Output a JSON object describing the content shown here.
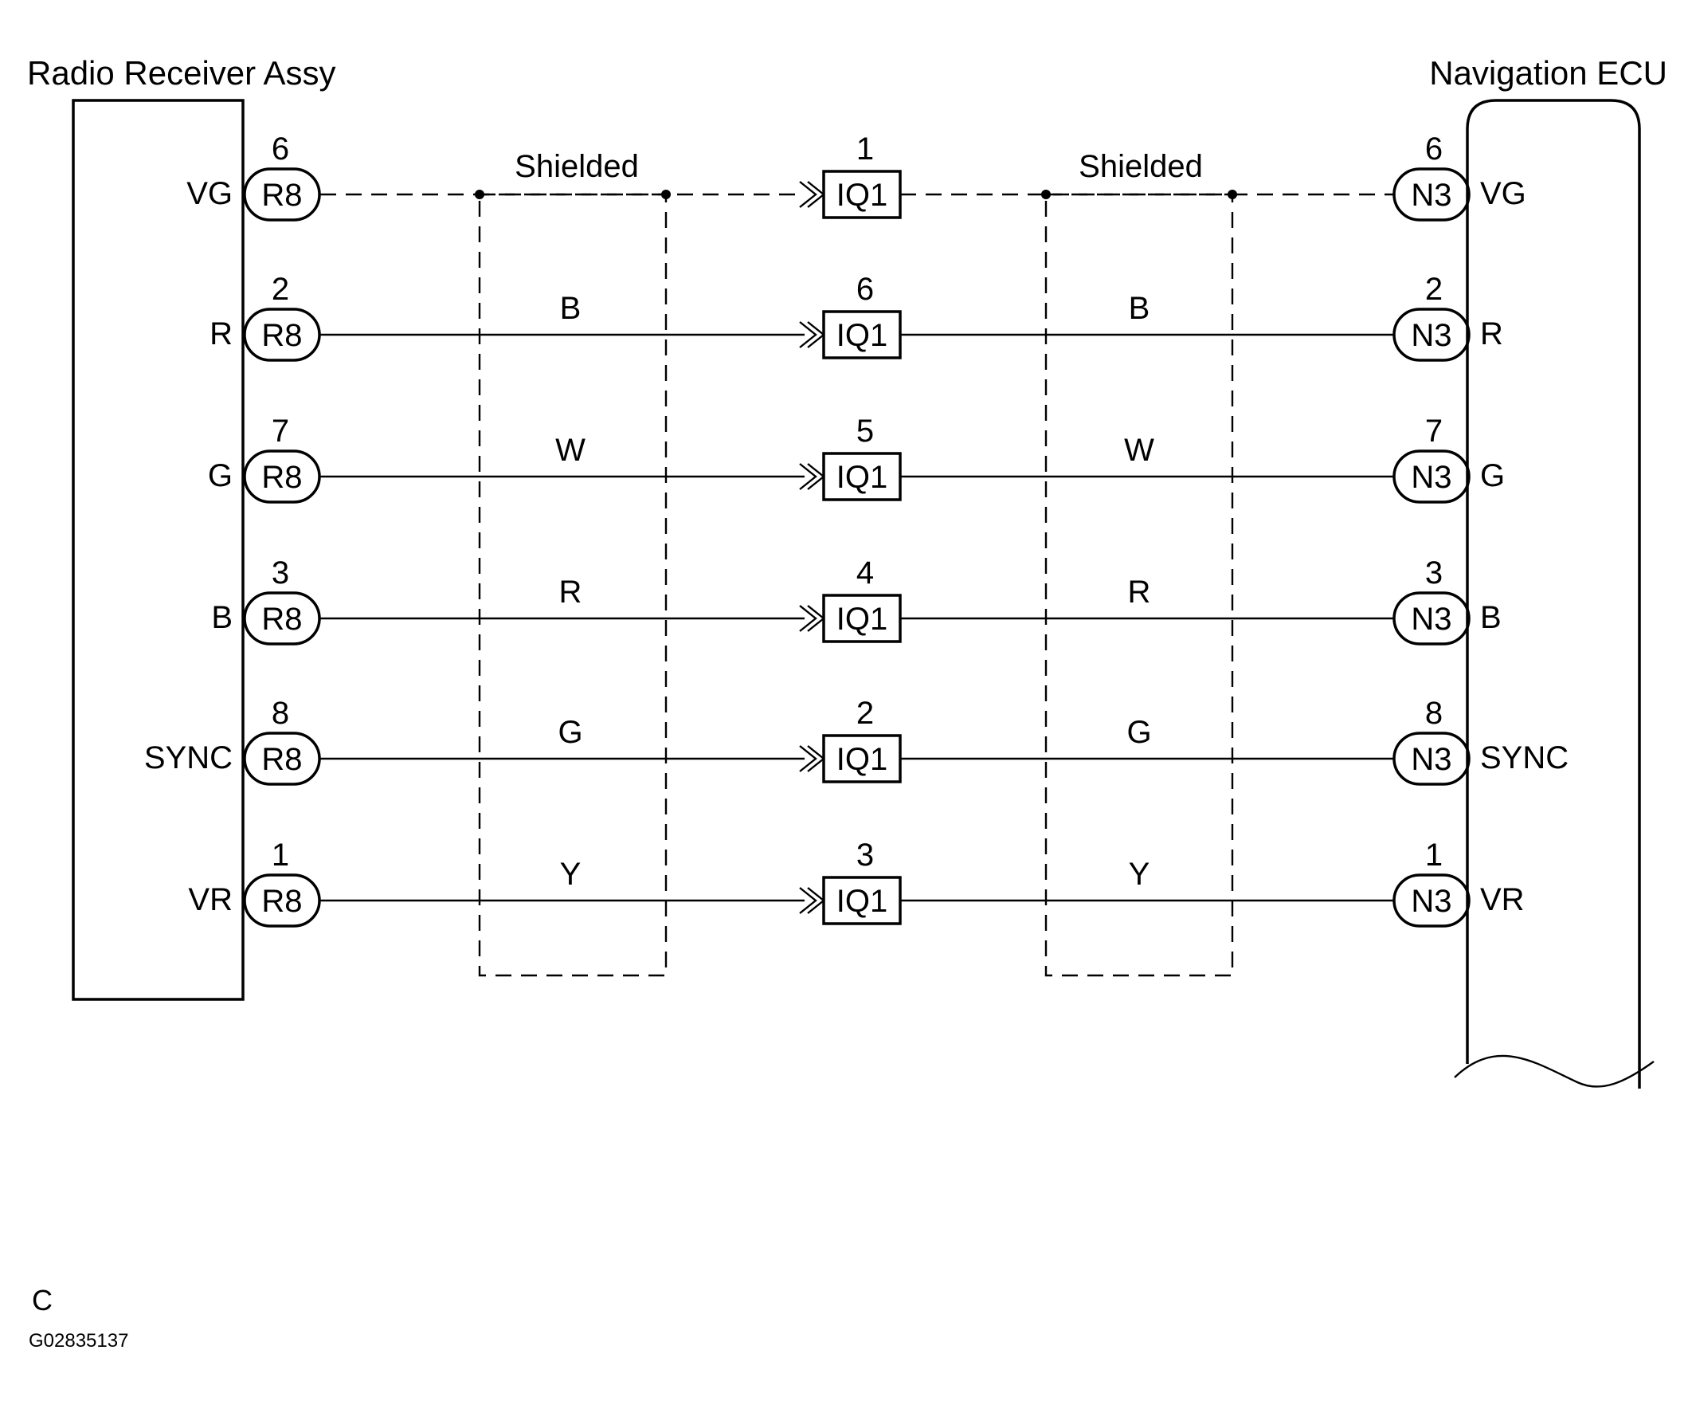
{
  "left_component": {
    "title": "Radio Receiver Assy",
    "connector": "R8"
  },
  "right_component": {
    "title": "Navigation ECU",
    "connector": "N3"
  },
  "junction_connector": "IQ1",
  "shield_label": "Shielded",
  "rows": [
    {
      "signal": "VG",
      "left_pin": "6",
      "junction_pin": "1",
      "right_pin": "6",
      "wire_left": "",
      "wire_right": "",
      "shielded": true
    },
    {
      "signal": "R",
      "left_pin": "2",
      "junction_pin": "6",
      "right_pin": "2",
      "wire_left": "B",
      "wire_right": "B",
      "shielded": false
    },
    {
      "signal": "G",
      "left_pin": "7",
      "junction_pin": "5",
      "right_pin": "7",
      "wire_left": "W",
      "wire_right": "W",
      "shielded": false
    },
    {
      "signal": "B",
      "left_pin": "3",
      "junction_pin": "4",
      "right_pin": "3",
      "wire_left": "R",
      "wire_right": "R",
      "shielded": false
    },
    {
      "signal": "SYNC",
      "left_pin": "8",
      "junction_pin": "2",
      "right_pin": "8",
      "wire_left": "G",
      "wire_right": "G",
      "shielded": false
    },
    {
      "signal": "VR",
      "left_pin": "1",
      "junction_pin": "3",
      "right_pin": "1",
      "wire_left": "Y",
      "wire_right": "Y",
      "shielded": false
    }
  ],
  "footer": {
    "letter": "C",
    "code": "G02835137"
  }
}
